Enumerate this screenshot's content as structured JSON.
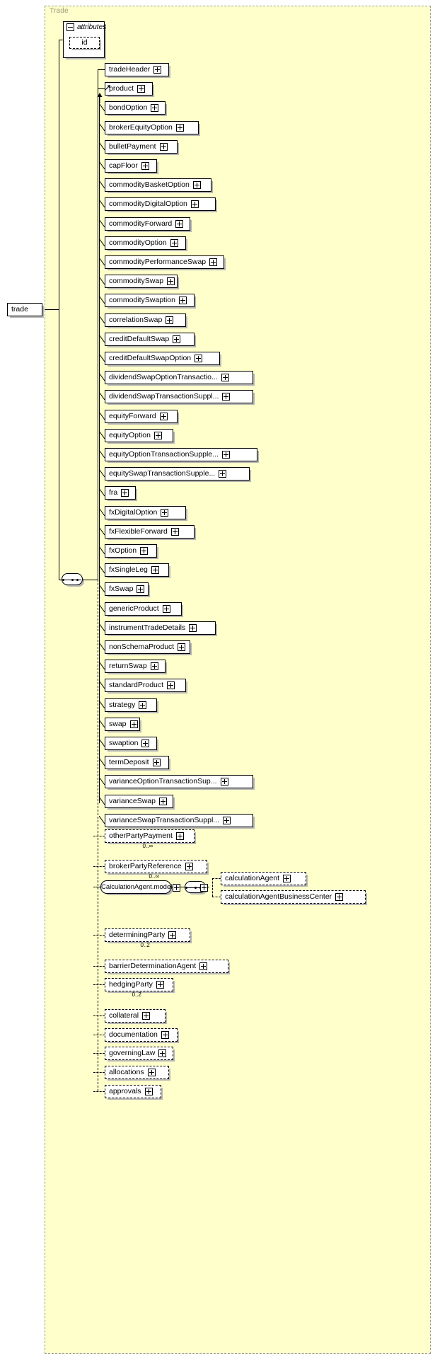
{
  "diagram": {
    "type": "xsd-schema-diagram",
    "region_label": "Trade",
    "root_element": {
      "label": "trade",
      "expander": "plus"
    },
    "attributes_group": {
      "label": "attributes",
      "expander": "minus",
      "items": [
        {
          "label": "id",
          "optional": true
        }
      ]
    },
    "colors": {
      "region_fill": "#ffffcc",
      "region_border": "#999999",
      "node_fill": "#ffffff",
      "node_border": "#000000",
      "shadow": "#b5b5b5"
    },
    "sequence_connector": {
      "name": "sequence",
      "dots": 3
    },
    "children": [
      {
        "label": "tradeHeader",
        "expander": "plus",
        "optional": false,
        "truncated": false
      },
      {
        "label": "product",
        "expander": "plus",
        "optional": false,
        "truncated": false,
        "abstract_substitution_head": true
      },
      {
        "label": "bondOption",
        "expander": "plus",
        "optional": false,
        "substitution": true
      },
      {
        "label": "brokerEquityOption",
        "expander": "plus",
        "optional": false,
        "substitution": true
      },
      {
        "label": "bulletPayment",
        "expander": "plus",
        "optional": false,
        "substitution": true
      },
      {
        "label": "capFloor",
        "expander": "plus",
        "optional": false,
        "substitution": true
      },
      {
        "label": "commodityBasketOption",
        "expander": "plus",
        "optional": false,
        "substitution": true
      },
      {
        "label": "commodityDigitalOption",
        "expander": "plus",
        "optional": false,
        "substitution": true
      },
      {
        "label": "commodityForward",
        "expander": "plus",
        "optional": false,
        "substitution": true
      },
      {
        "label": "commodityOption",
        "expander": "plus",
        "optional": false,
        "substitution": true
      },
      {
        "label": "commodityPerformanceSwap",
        "expander": "plus",
        "optional": false,
        "substitution": true
      },
      {
        "label": "commoditySwap",
        "expander": "plus",
        "optional": false,
        "substitution": true
      },
      {
        "label": "commoditySwaption",
        "expander": "plus",
        "optional": false,
        "substitution": true
      },
      {
        "label": "correlationSwap",
        "expander": "plus",
        "optional": false,
        "substitution": true
      },
      {
        "label": "creditDefaultSwap",
        "expander": "plus",
        "optional": false,
        "substitution": true
      },
      {
        "label": "creditDefaultSwapOption",
        "expander": "plus",
        "optional": false,
        "substitution": true
      },
      {
        "label": "dividendSwapOptionTransactio...",
        "expander": "plus",
        "optional": false,
        "substitution": true,
        "truncated": true
      },
      {
        "label": "dividendSwapTransactionSuppl...",
        "expander": "plus",
        "optional": false,
        "substitution": true,
        "truncated": true
      },
      {
        "label": "equityForward",
        "expander": "plus",
        "optional": false,
        "substitution": true
      },
      {
        "label": "equityOption",
        "expander": "plus",
        "optional": false,
        "substitution": true
      },
      {
        "label": "equityOptionTransactionSupple...",
        "expander": "plus",
        "optional": false,
        "substitution": true,
        "truncated": true
      },
      {
        "label": "equitySwapTransactionSupple...",
        "expander": "plus",
        "optional": false,
        "substitution": true,
        "truncated": true
      },
      {
        "label": "fra",
        "expander": "plus",
        "optional": false,
        "substitution": true
      },
      {
        "label": "fxDigitalOption",
        "expander": "plus",
        "optional": false,
        "substitution": true
      },
      {
        "label": "fxFlexibleForward",
        "expander": "plus",
        "optional": false,
        "substitution": true
      },
      {
        "label": "fxOption",
        "expander": "plus",
        "optional": false,
        "substitution": true
      },
      {
        "label": "fxSingleLeg",
        "expander": "plus",
        "optional": false,
        "substitution": true
      },
      {
        "label": "fxSwap",
        "expander": "plus",
        "optional": false,
        "substitution": true
      },
      {
        "label": "genericProduct",
        "expander": "plus",
        "optional": false,
        "substitution": true
      },
      {
        "label": "instrumentTradeDetails",
        "expander": "plus",
        "optional": false,
        "substitution": true
      },
      {
        "label": "nonSchemaProduct",
        "expander": "plus",
        "optional": false,
        "substitution": true
      },
      {
        "label": "returnSwap",
        "expander": "plus",
        "optional": false,
        "substitution": true
      },
      {
        "label": "standardProduct",
        "expander": "plus",
        "optional": false,
        "substitution": true
      },
      {
        "label": "strategy",
        "expander": "plus",
        "optional": false,
        "substitution": true
      },
      {
        "label": "swap",
        "expander": "plus",
        "optional": false,
        "substitution": true
      },
      {
        "label": "swaption",
        "expander": "plus",
        "optional": false,
        "substitution": true
      },
      {
        "label": "termDeposit",
        "expander": "plus",
        "optional": false,
        "substitution": true
      },
      {
        "label": "varianceOptionTransactionSup...",
        "expander": "plus",
        "optional": false,
        "substitution": true,
        "truncated": true
      },
      {
        "label": "varianceSwap",
        "expander": "plus",
        "optional": false,
        "substitution": true
      },
      {
        "label": "varianceSwapTransactionSuppl...",
        "expander": "plus",
        "optional": false,
        "substitution": true,
        "truncated": true
      }
    ],
    "optional_children": [
      {
        "label": "otherPartyPayment",
        "expander": "plus",
        "occurrence": "0..∞"
      },
      {
        "label": "brokerPartyReference",
        "expander": "plus",
        "occurrence": "0..∞"
      },
      {
        "label": "determiningParty",
        "expander": "plus",
        "occurrence": "0..2"
      },
      {
        "label": "barrierDeterminationAgent",
        "expander": "plus",
        "occurrence": ""
      },
      {
        "label": "hedgingParty",
        "expander": "plus",
        "occurrence": "0..2"
      },
      {
        "label": "collateral",
        "expander": "plus",
        "occurrence": ""
      },
      {
        "label": "documentation",
        "expander": "plus",
        "occurrence": ""
      },
      {
        "label": "governingLaw",
        "expander": "plus",
        "occurrence": ""
      },
      {
        "label": "allocations",
        "expander": "plus",
        "occurrence": ""
      },
      {
        "label": "approvals",
        "expander": "plus",
        "occurrence": ""
      }
    ],
    "model_group": {
      "label": "CalculationAgent.model",
      "members": [
        {
          "label": "calculationAgent",
          "expander": "plus",
          "optional": true
        },
        {
          "label": "calculationAgentBusinessCenter",
          "expander": "plus",
          "optional": true
        }
      ]
    }
  }
}
